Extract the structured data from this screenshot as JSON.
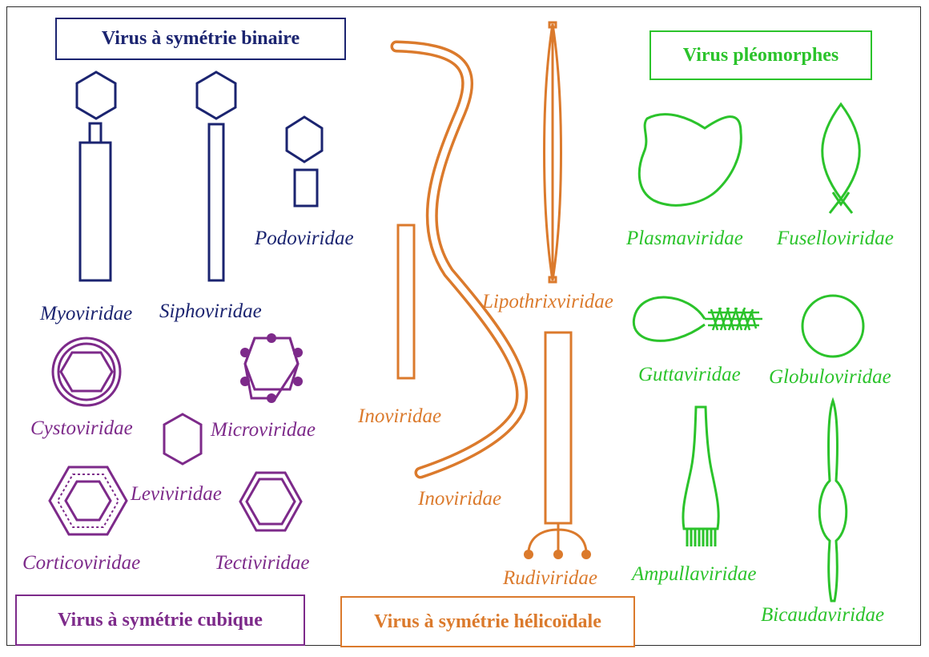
{
  "colors": {
    "binaire": "#1b2470",
    "cubique": "#7d2a8a",
    "helicoidale": "#db7a2c",
    "pleomorphe": "#2bc32b",
    "border": "#2b2b2b",
    "background": "#ffffff"
  },
  "groups": {
    "binaire": {
      "title": "Virus à symétrie binaire"
    },
    "cubique": {
      "title": "Virus à symétrie cubique"
    },
    "helicoidale": {
      "title": "Virus à symétrie hélicoïdale"
    },
    "pleomorphe": {
      "title": "Virus pléomorphes"
    }
  },
  "families": {
    "myoviridae": "Myoviridae",
    "siphoviridae": "Siphoviridae",
    "podoviridae": "Podoviridae",
    "cystoviridae": "Cystoviridae",
    "microviridae": "Microviridae",
    "leviviridae": "Leviviridae",
    "corticoviridae": "Corticoviridae",
    "tectiviridae": "Tectiviridae",
    "inoviridae_short": "Inoviridae",
    "inoviridae_long": "Inoviridae",
    "lipothrixviridae": "Lipothrixviridae",
    "rudiviridae": "Rudiviridae",
    "plasmaviridae": "Plasmaviridae",
    "fuselloviridae": "Fuselloviridae",
    "guttaviridae": "Guttaviridae",
    "globuloviridae": "Globuloviridae",
    "ampullaviridae": "Ampullaviridae",
    "bicaudaviridae": "Bicaudaviridae"
  }
}
